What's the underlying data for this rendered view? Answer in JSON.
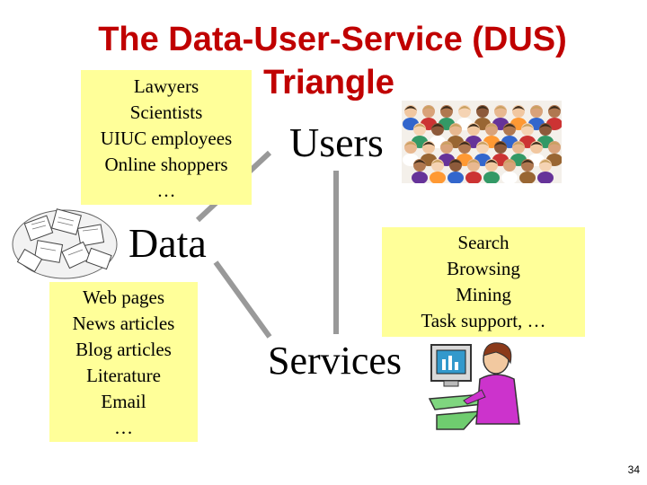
{
  "title": {
    "line1": "The Data-User-Service (DUS)",
    "line2": "Triangle"
  },
  "nodes": {
    "users": "Users",
    "data": "Data",
    "services": "Services"
  },
  "users_box": [
    "Lawyers",
    "Scientists",
    "UIUC employees",
    "Online shoppers",
    "…"
  ],
  "data_box": [
    "Web pages",
    "News articles",
    "Blog articles",
    "Literature",
    "Email",
    "…"
  ],
  "services_box": [
    "Search",
    "Browsing",
    "Mining",
    "Task support,  …"
  ],
  "images": {
    "crowd": "crowd-photo",
    "documents": "paper-pile-icon",
    "computer_user": "computer-user-icon"
  },
  "colors": {
    "title": "#c00000",
    "box_fill": "#ffff99",
    "edge": "#999999"
  },
  "page_number": "34"
}
